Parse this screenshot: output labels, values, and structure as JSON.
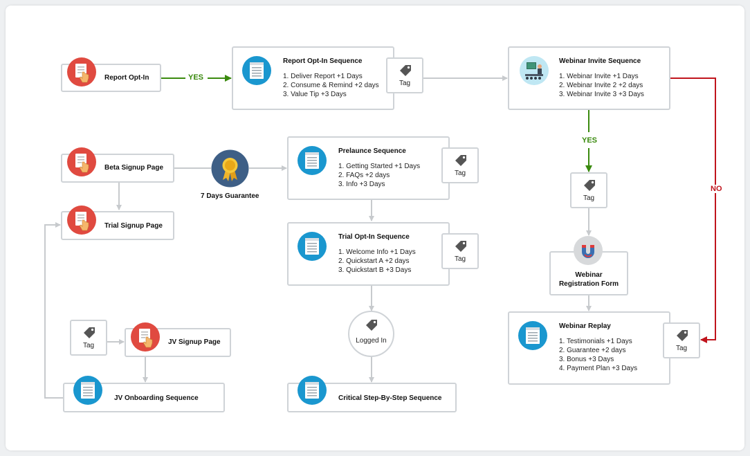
{
  "colors": {
    "yes": "#3a8a0e",
    "no": "#c0141c",
    "connector": "#c7cacd",
    "box_border": "#cfd3d7",
    "page_icon": "#e04a40",
    "sequence_icon": "#1a97cf"
  },
  "icons": {
    "page": "hand-pointer-page-icon",
    "sequence": "notepad-icon",
    "tag": "tag-icon",
    "webinar": "presenter-icon",
    "guarantee": "ribbon-medal-icon",
    "form": "magnet-icon"
  },
  "labels": {
    "yes": "YES",
    "no": "NO",
    "tag": "Tag"
  },
  "nodes": {
    "report_optin": {
      "title": "Report Opt-In"
    },
    "report_seq": {
      "title": "Report Opt-In Sequence",
      "items": [
        "1. Deliver Report +1 Days",
        "2. Consume & Remind +2 days",
        "3. Value Tip +3 Days"
      ]
    },
    "webinar_invite": {
      "title": "Webinar Invite Sequence",
      "items": [
        "1. Webinar Invite  +1 Days",
        "2. Webinar Invite 2 +2 days",
        "3. Webinar Invite 3 +3 Days"
      ]
    },
    "beta_signup": {
      "title": "Beta Signup Page"
    },
    "guarantee": {
      "title": "7  Days Guarantee"
    },
    "prelaunch": {
      "title": "Prelaunce Sequence",
      "items": [
        "1. Getting Started  +1 Days",
        "2. FAQs +2 days",
        "3. Info +3 Days"
      ]
    },
    "trial_signup": {
      "title": "Trial Signup Page"
    },
    "trial_seq": {
      "title": "Trial Opt-In Sequence",
      "items": [
        "1. Welcome Info +1 Days",
        "2. Quickstart A +2 days",
        "3. Quickstart B +3 Days"
      ]
    },
    "webinar_form": {
      "title_line1": "Webinar",
      "title_line2": "Registration Form"
    },
    "webinar_replay": {
      "title": "Webinar Replay",
      "items": [
        "1. Testimonials +1 Days",
        "2. Guarantee +2 days",
        "3. Bonus +3 Days",
        "4. Payment Plan +3 Days"
      ]
    },
    "logged_in": {
      "title": "Logged In"
    },
    "jv_signup": {
      "title": "JV Signup Page"
    },
    "jv_onboarding": {
      "title": "JV Onboarding Sequence"
    },
    "critical_seq": {
      "title": "Critical Step-By-Step Sequence"
    }
  }
}
